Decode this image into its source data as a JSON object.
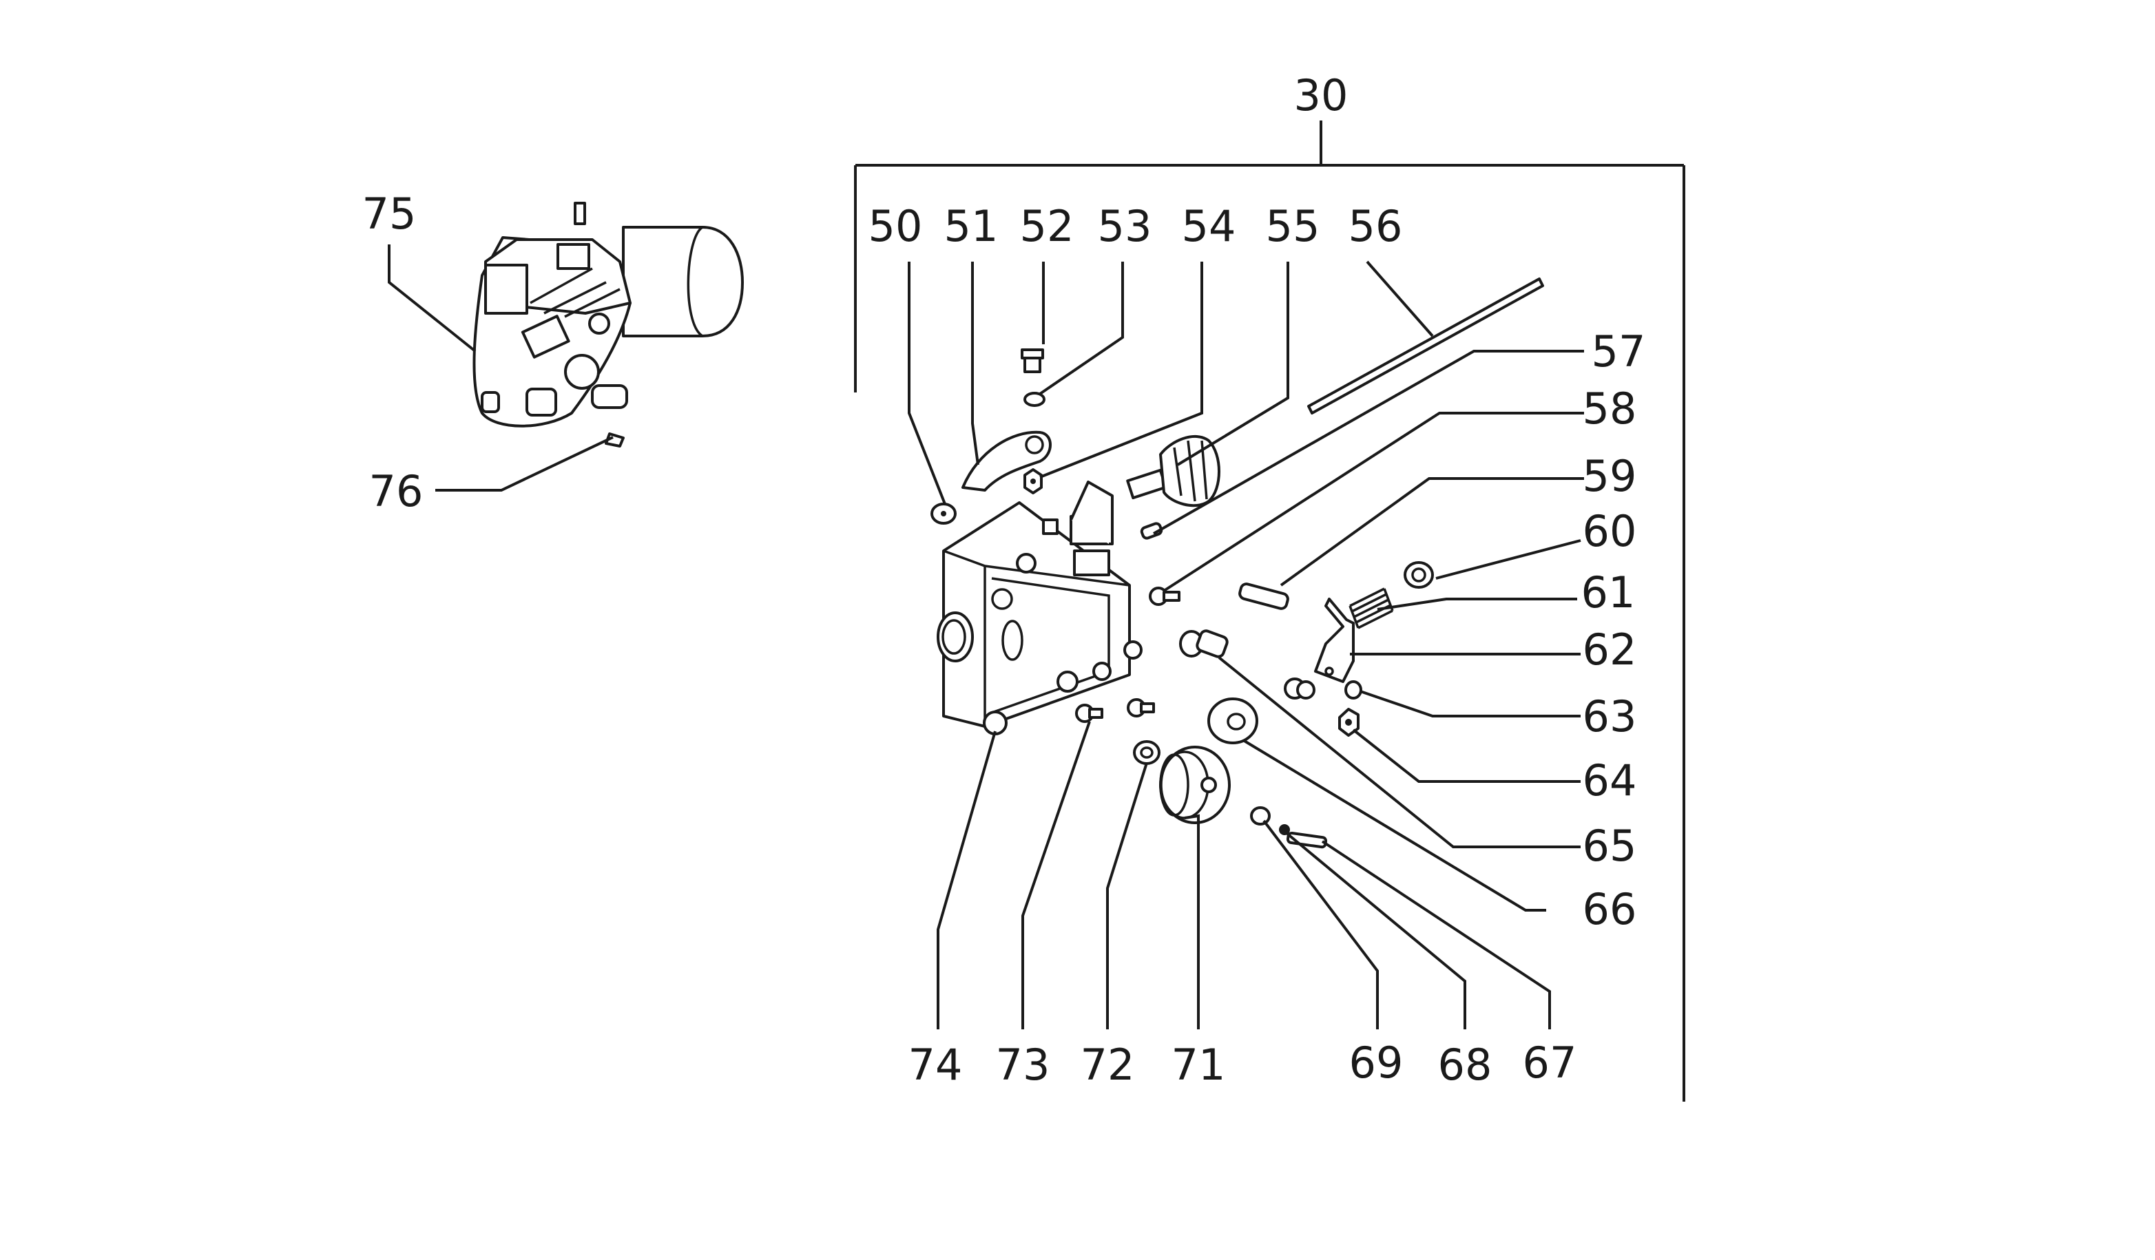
{
  "labels": {
    "l30": "30",
    "l50": "50",
    "l51": "51",
    "l52": "52",
    "l53": "53",
    "l54": "54",
    "l55": "55",
    "l56": "56",
    "l57": "57",
    "l58": "58",
    "l59": "59",
    "l60": "60",
    "l61": "61",
    "l62": "62",
    "l63": "63",
    "l64": "64",
    "l65": "65",
    "l66": "66",
    "l67": "67",
    "l68": "68",
    "l69": "69",
    "l71": "71",
    "l72": "72",
    "l73": "73",
    "l74": "74",
    "l75": "75",
    "l76": "76"
  },
  "colors": {
    "ink": "#1a1a1a",
    "paper": "#ffffff"
  }
}
